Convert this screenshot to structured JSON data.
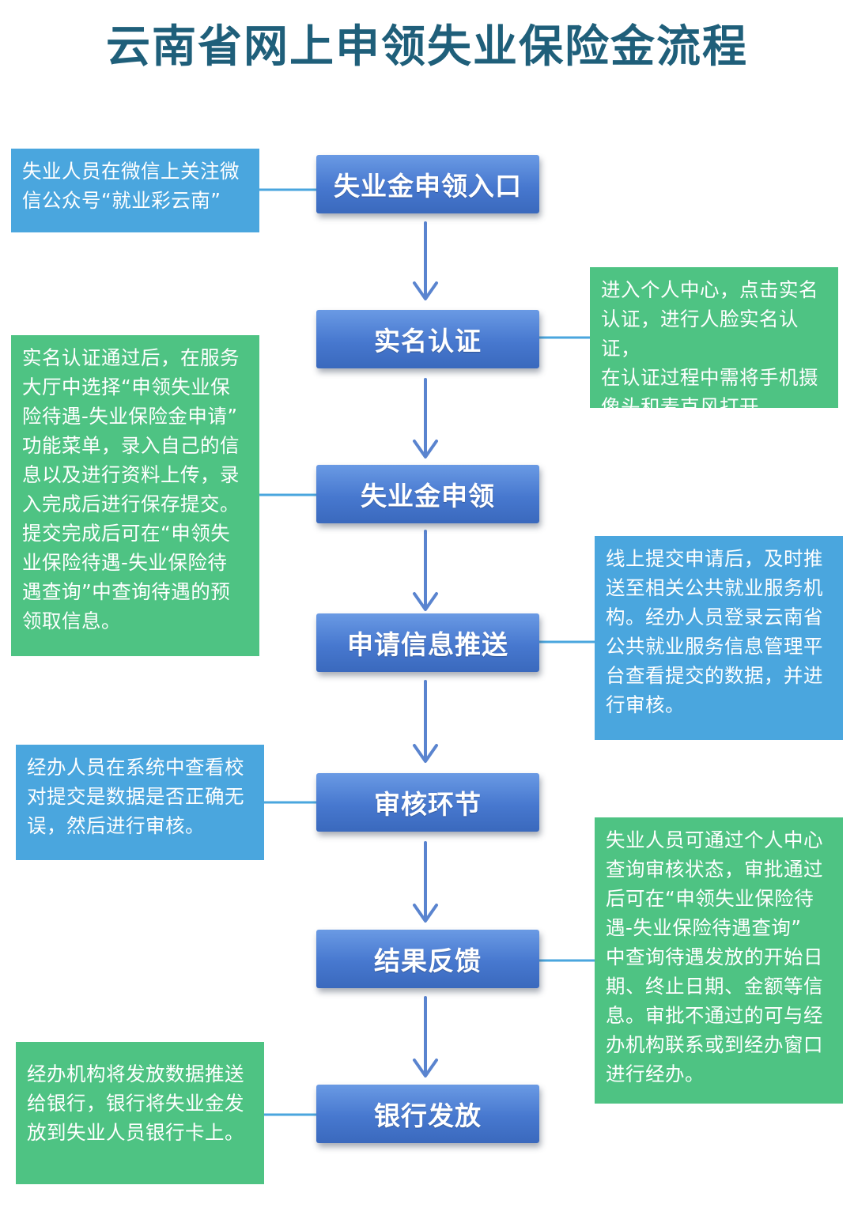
{
  "title": "云南省网上申领失业保险金流程",
  "colors": {
    "title": "#1f5f7a",
    "step_box": "#4778cf",
    "arrow": "#5a84cf",
    "note_blue": "#4aa6de",
    "note_green": "#4ec383"
  },
  "steps": [
    "失业金申领入口",
    "实名认证",
    "失业金申领",
    "申请信息推送",
    "审核环节",
    "结果反馈",
    "银行发放"
  ],
  "notes": {
    "n1": [
      "失业人员在微信上关注微",
      "信公众号“就业彩云南”"
    ],
    "n2": [
      "进入个人中心，点击实名",
      "认证，进行人脸实名认证，",
      "在认证过程中需将手机摄",
      "像头和麦克风打开"
    ],
    "n3": [
      "实名认证通过后，在服务",
      "大厅中选择“申领失业保",
      "险待遇-失业保险金申请”",
      "功能菜单，录入自己的信",
      "息以及进行资料上传，录",
      "入完成后进行保存提交。",
      "提交完成后可在“申领失",
      "业保险待遇-失业保险待",
      "遇查询”中查询待遇的预",
      "领取信息。"
    ],
    "n4": [
      "线上提交申请后，及时推",
      "送至相关公共就业服务机",
      "构。经办人员登录云南省",
      "公共就业服务信息管理平",
      "台查看提交的数据，并进",
      "行审核。"
    ],
    "n5": [
      "经办人员在系统中查看校",
      "对提交是数据是否正确无",
      "误，然后进行审核。"
    ],
    "n6": [
      "失业人员可通过个人中心",
      "查询审核状态，审批通过",
      "后可在“申领失业保险待",
      "遇-失业保险待遇查询”",
      "中查询待遇发放的开始日",
      "期、终止日期、金额等信",
      "息。审批不通过的可与经",
      "办机构联系或到经办窗口",
      "进行经办。"
    ],
    "n7": [
      "经办机构将发放数据推送",
      "给银行，银行将失业金发",
      "放到失业人员银行卡上。"
    ]
  }
}
